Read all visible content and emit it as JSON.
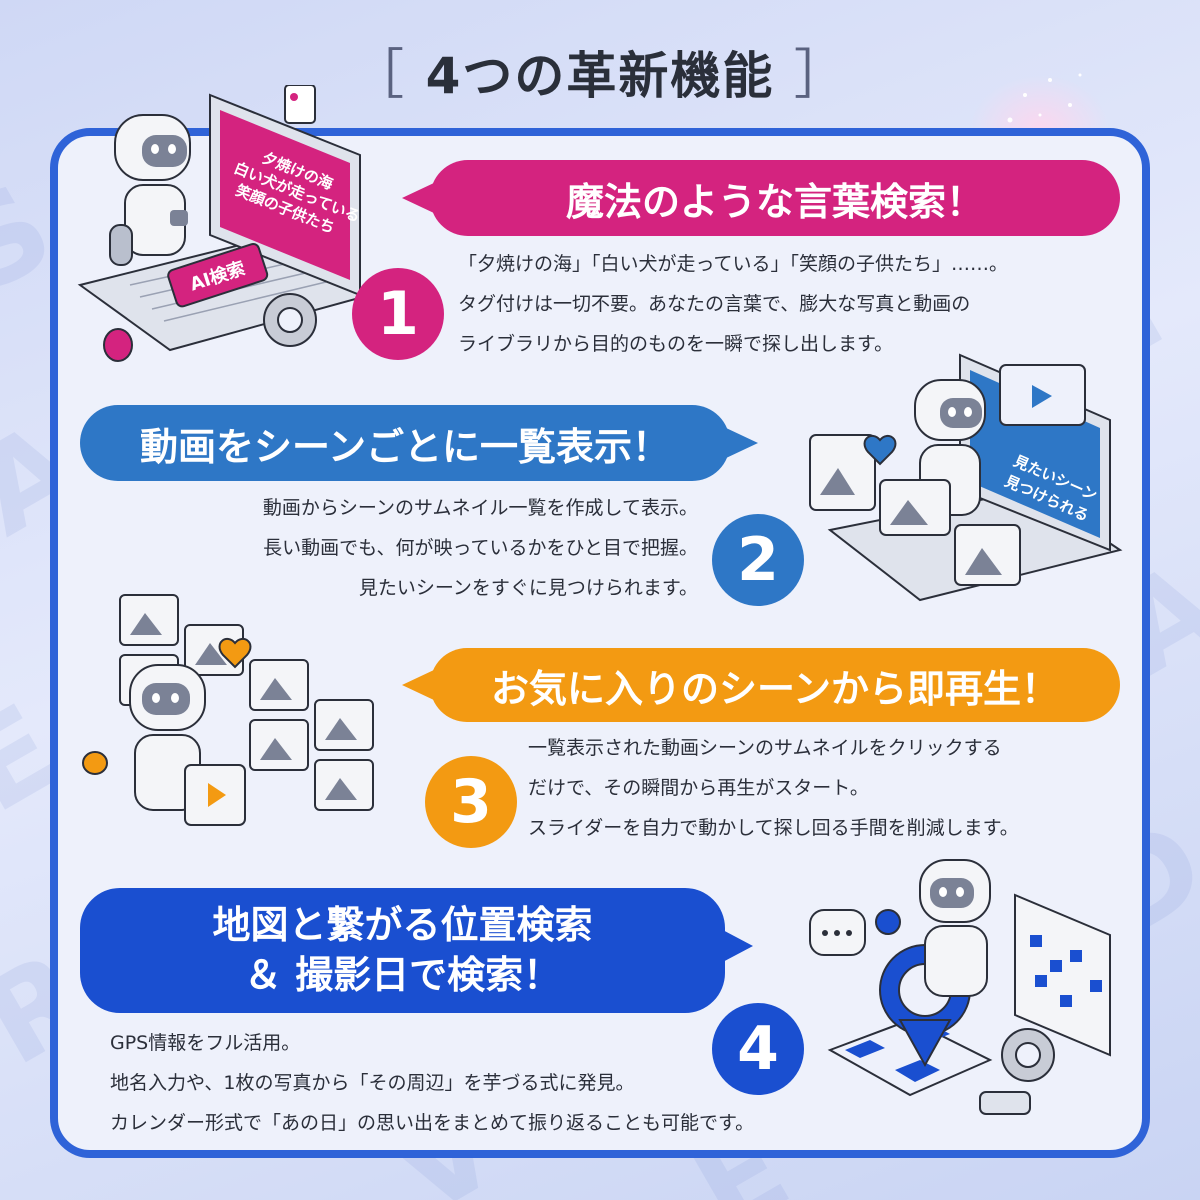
{
  "title": {
    "open_bracket": "［",
    "text": "4つの革新機能",
    "close_bracket": "］"
  },
  "features": [
    {
      "number": "1",
      "heading": "魔法のような言葉検索！",
      "color": "#d4237f",
      "lines": [
        "「夕焼けの海」「白い犬が走っている」「笑顔の子供たち」……。",
        "タグ付けは一切不要。あなたの言葉で、膨大な写真と動画の",
        "ライブラリから目的のものを一瞬で探し出します。"
      ],
      "screen_lines": [
        "夕焼けの海",
        "白い犬が走っている",
        "笑顔の子供たち"
      ],
      "badge": "AI検索"
    },
    {
      "number": "2",
      "heading": "動画をシーンごとに一覧表示！",
      "color": "#2e77c6",
      "lines": [
        "動画からシーンのサムネイル一覧を作成して表示。",
        "長い動画でも、何が映っているかをひと目で把握。",
        "見たいシーンをすぐに見つけられます。"
      ],
      "screen_lines": [
        "見たいシーン",
        "見つけられる"
      ]
    },
    {
      "number": "3",
      "heading": "お気に入りのシーンから即再生！",
      "color": "#f39a12",
      "lines": [
        "一覧表示された動画シーンのサムネイルをクリックする",
        "だけで、その瞬間から再生がスタート。",
        "スライダーを自力で動かして探し回る手間を削減します。"
      ]
    },
    {
      "number": "4",
      "heading_line1": "地図と繋がる位置検索",
      "heading_line2": "＆ 撮影日で検索！",
      "color": "#1a4fd0",
      "lines": [
        "GPS情報をフル活用。",
        "地名入力や、1枚の写真から「その周辺」を芋づる式に発見。",
        "カレンダー形式で「あの日」の思い出をまとめて振り返ることも可能です。"
      ]
    }
  ],
  "colors": {
    "frame": "#2f63d8",
    "card_bg": "#eef1fb"
  },
  "icons": [
    "robot-icon",
    "laptop-icon",
    "magic-wand-icon",
    "gear-icon",
    "heart-icon",
    "image-thumbnail-icon",
    "play-icon",
    "map-pin-icon",
    "calendar-icon",
    "chat-bubble-icon"
  ]
}
